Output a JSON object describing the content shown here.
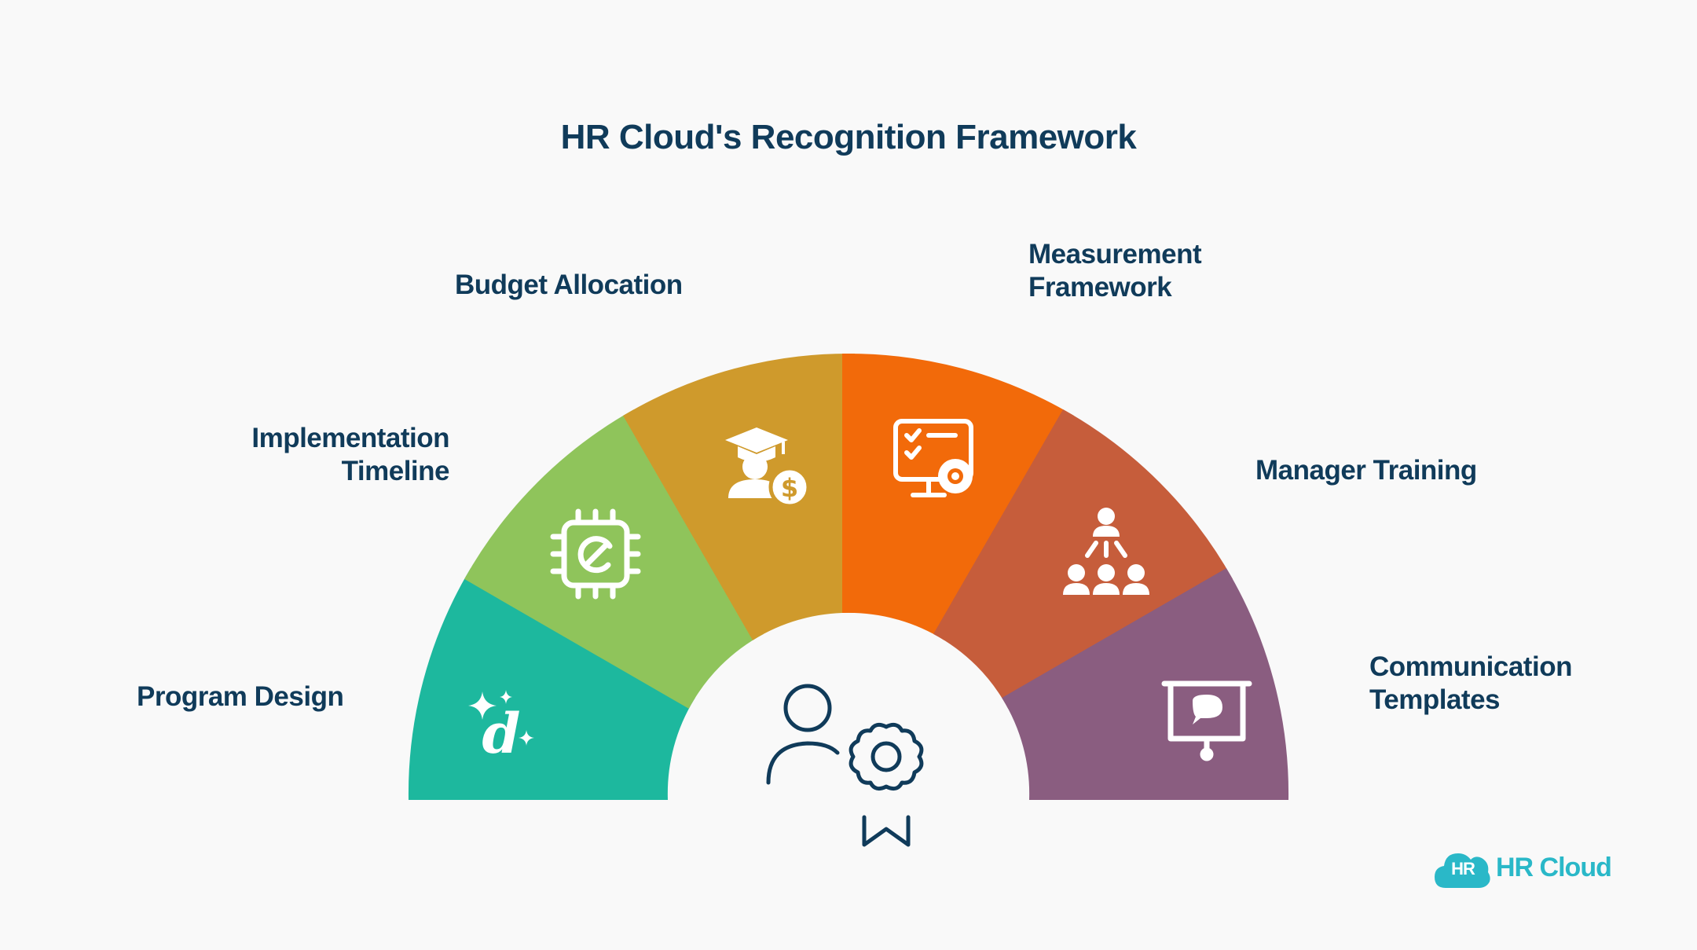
{
  "title": "HR Cloud's Recognition Framework",
  "segments": [
    {
      "label_lines": [
        "Program Design"
      ],
      "color": "#1db89e",
      "icon": "sparkle-d-icon"
    },
    {
      "label_lines": [
        "Implementation",
        "Timeline"
      ],
      "color": "#8fc45b",
      "icon": "chip-icon"
    },
    {
      "label_lines": [
        "Budget Allocation"
      ],
      "color": "#cf9a2c",
      "icon": "graduate-dollar-icon"
    },
    {
      "label_lines": [
        "Measurement",
        "Framework"
      ],
      "color": "#f26a0a",
      "icon": "monitor-checklist-gear-icon"
    },
    {
      "label_lines": [
        "Manager Training"
      ],
      "color": "#c65d3b",
      "icon": "hierarchy-people-icon"
    },
    {
      "label_lines": [
        "Communication",
        "Templates"
      ],
      "color": "#8a5d80",
      "icon": "presentation-board-icon"
    }
  ],
  "center_icon": "person-award-icon",
  "logo": {
    "badge": "HR",
    "text": "HR Cloud",
    "color": "#2ab8c8"
  },
  "colors": {
    "title": "#103b5a",
    "background": "#f9f9f9"
  }
}
